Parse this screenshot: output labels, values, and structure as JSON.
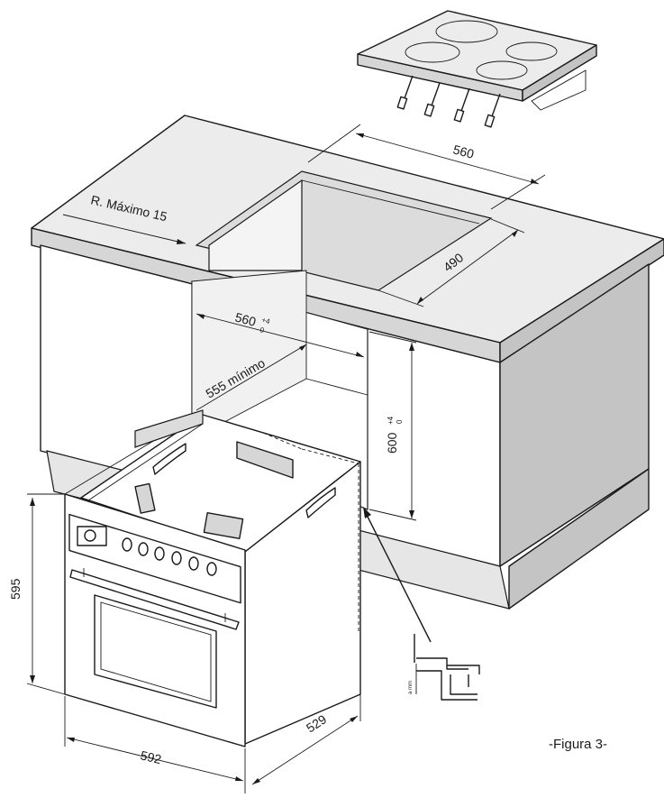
{
  "labels": {
    "radius_max": "R. Máximo 15",
    "cutout_width": "560",
    "cutout_depth": "490",
    "niche_width": "560",
    "niche_width_tol_plus": "+4",
    "niche_width_tol_zero": "0",
    "niche_depth_min": "555 mínimo",
    "niche_height": "600",
    "niche_height_tol_plus": "+4",
    "niche_height_tol_zero": "0",
    "oven_height": "595",
    "oven_width": "592",
    "oven_depth": "529",
    "clearance_note": "a mm",
    "figure_caption": "-Figura 3-"
  }
}
